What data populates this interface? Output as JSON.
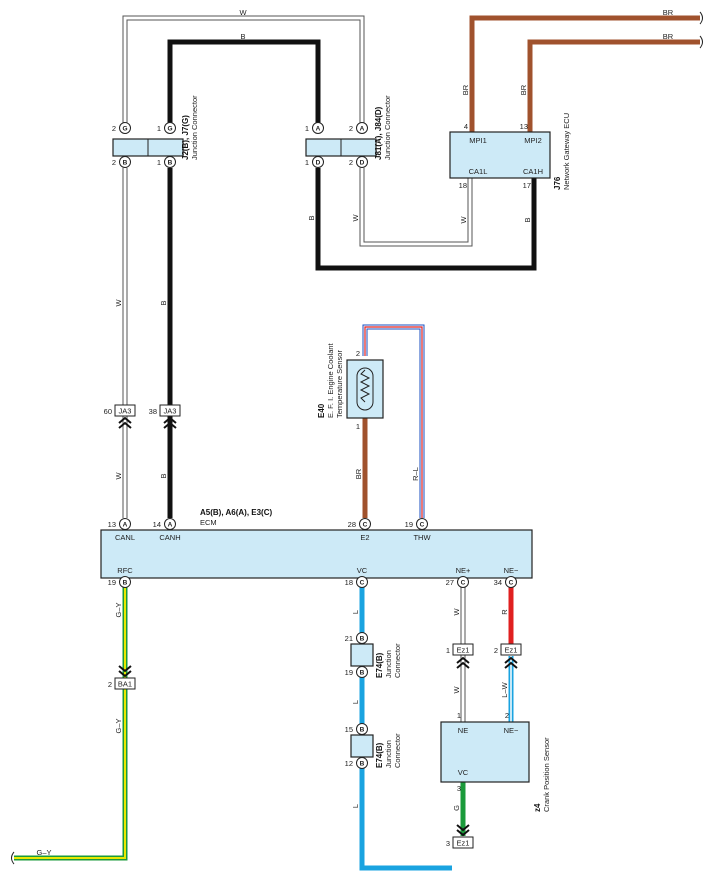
{
  "components": {
    "jc1": {
      "id": "J2(B), J7(G)",
      "name": "Junction Connector"
    },
    "jc2": {
      "id": "J81(A), J84(D)",
      "name": "Junction Connector"
    },
    "gateway": {
      "id": "J76",
      "name": "Network Gateway ECU",
      "pins": {
        "mpi1": "MPI1",
        "mpi2": "MPI2",
        "ca1l": "CA1L",
        "ca1h": "CA1H"
      }
    },
    "sensor": {
      "id": "E40",
      "name1": "E. F. I. Engine Coolant",
      "name2": "Temperature Sensor"
    },
    "ecm": {
      "id": "A5(B), A6(A), E3(C)",
      "name": "ECM",
      "pins": {
        "canl": "CANL",
        "canh": "CANH",
        "e2": "E2",
        "thw": "THW",
        "rfc": "RFC",
        "vc": "VC",
        "nep": "NE+",
        "nem": "NE−"
      }
    },
    "e74a": {
      "id": "E74(B)",
      "name1": "Junction",
      "name2": "Connector"
    },
    "e74b": {
      "id": "E74(B)",
      "name1": "Junction",
      "name2": "Connector"
    },
    "crank": {
      "id": "z4",
      "name": "Crank Position Sensor",
      "pins": {
        "ne": "NE",
        "nem": "NE−",
        "vc": "VC"
      }
    }
  },
  "wire_colors": {
    "w": "W",
    "b": "B",
    "br": "BR",
    "rl": "R–L",
    "gy": "G–Y",
    "l": "L",
    "r": "R",
    "lw": "L–W",
    "g": "G"
  },
  "tags": {
    "ja3": "JA3",
    "ba1": "BA1",
    "ez1": "Ez1"
  },
  "pins": {
    "n1": "1",
    "n2": "2",
    "n3": "3",
    "n4": "4",
    "n12": "12",
    "n13": "13",
    "n14": "14",
    "n15": "15",
    "n17": "17",
    "n18": "18",
    "n19": "19",
    "n21": "21",
    "n27": "27",
    "n28": "28",
    "n34": "34",
    "n38": "38",
    "n60": "60",
    "la": "A",
    "lb": "B",
    "lc": "C",
    "ld": "D",
    "lg": "G"
  },
  "colors": {
    "white": "#ffffff",
    "black": "#111111",
    "brown": "#a0522d",
    "blue": "#1aa3e0",
    "red": "#e02020",
    "green": "#1a9a3a",
    "yellow": "#e8e800",
    "box": "#cdeaf7"
  }
}
